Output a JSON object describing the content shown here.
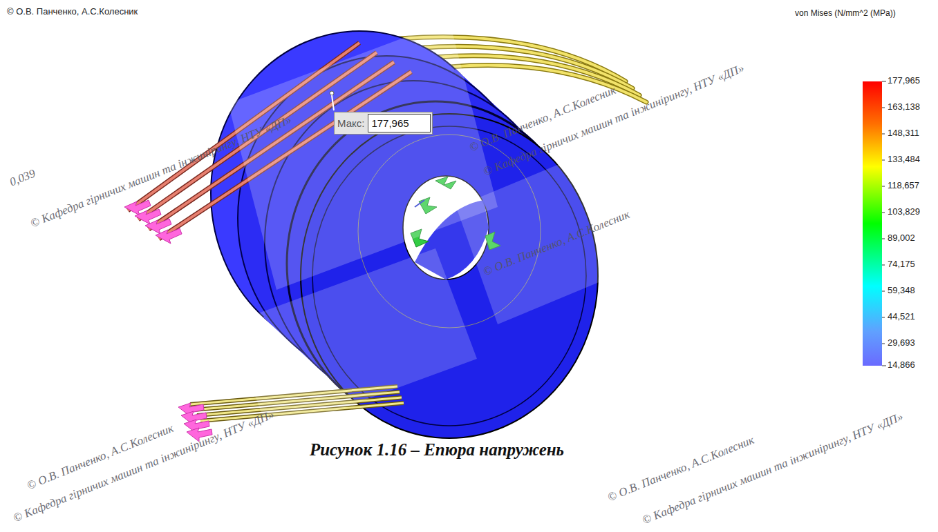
{
  "diagram": {
    "caption": "Рисунок 1.16 – Епюра напружень",
    "nodes": [
      {
        "text": [
          "Макс:",
          "177,965"
        ]
      }
    ],
    "edges": [],
    "labels": [
      "von Mises (N/mm^2 (MPa))",
      "177,965",
      "163,138",
      "148,311",
      "133,484",
      "118,657",
      "103,829",
      "89,002",
      "74,175",
      "59,348",
      "44,521",
      "29,693",
      "14,866",
      "0,039",
      "© Кафедра гірничих машин та інжинірингу, НТУ «ДП»",
      "© О.В. Панченко, А.С.Колесник",
      "© Кафедра гірничих машин та інжинірингу, НТУ «ДП»",
      "© О.В. Панченко, А.С.Колесник",
      "© Кафедра гірничих машин та інжинірингу, НТУ «ДП»",
      "© О.В. Панченко, А.С.Колесник",
      "© Кафедра гірничих машин та інжинірингу, НТУ «ДП»",
      "© О.В. Панченко, А.С.Колесник",
      "© О.В. Панченко, А.С.Колесник"
    ]
  }
}
